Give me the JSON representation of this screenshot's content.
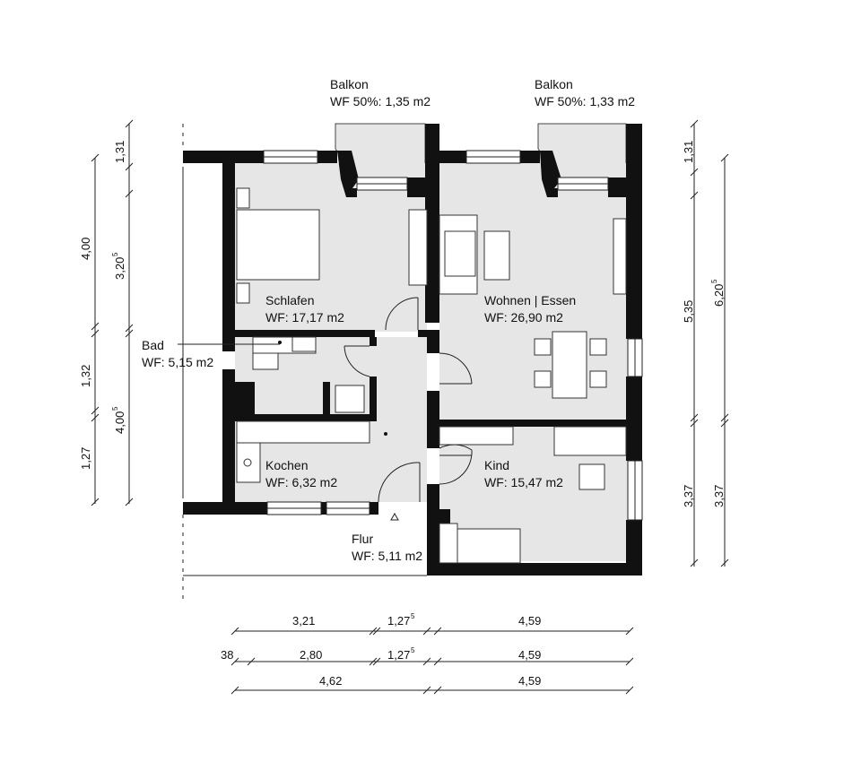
{
  "rooms": {
    "schlafen": {
      "name": "Schlafen",
      "area": "WF: 17,17 m2"
    },
    "wohnen": {
      "name": "Wohnen | Essen",
      "area": "WF: 26,90 m2"
    },
    "bad": {
      "name": "Bad",
      "area": "WF: 5,15 m2"
    },
    "kochen": {
      "name": "Kochen",
      "area": "WF: 6,32 m2"
    },
    "kind": {
      "name": "Kind",
      "area": "WF: 15,47 m2"
    },
    "flur": {
      "name": "Flur",
      "area": "WF: 5,11 m2"
    }
  },
  "balconies": [
    {
      "name": "Balkon",
      "area": "WF 50%: 1,35 m2"
    },
    {
      "name": "Balkon",
      "area": "WF 50%: 1,33 m2"
    }
  ],
  "dimensions": {
    "bottom_row1": [
      "3,21",
      "1,27",
      "4,59"
    ],
    "bottom_row2": [
      "38",
      "2,80",
      "1,27",
      "4,59"
    ],
    "bottom_row3": [
      "4,62",
      "4,59"
    ],
    "left_outer": [
      "4,00",
      "1,32",
      "1,27"
    ],
    "left_inner": [
      "1,31",
      "3,20",
      "4,00"
    ],
    "right_inner": [
      "1,31",
      "5,35",
      "3,37"
    ],
    "right_outer": [
      "6,20",
      "3,37"
    ],
    "superscript": "5"
  }
}
